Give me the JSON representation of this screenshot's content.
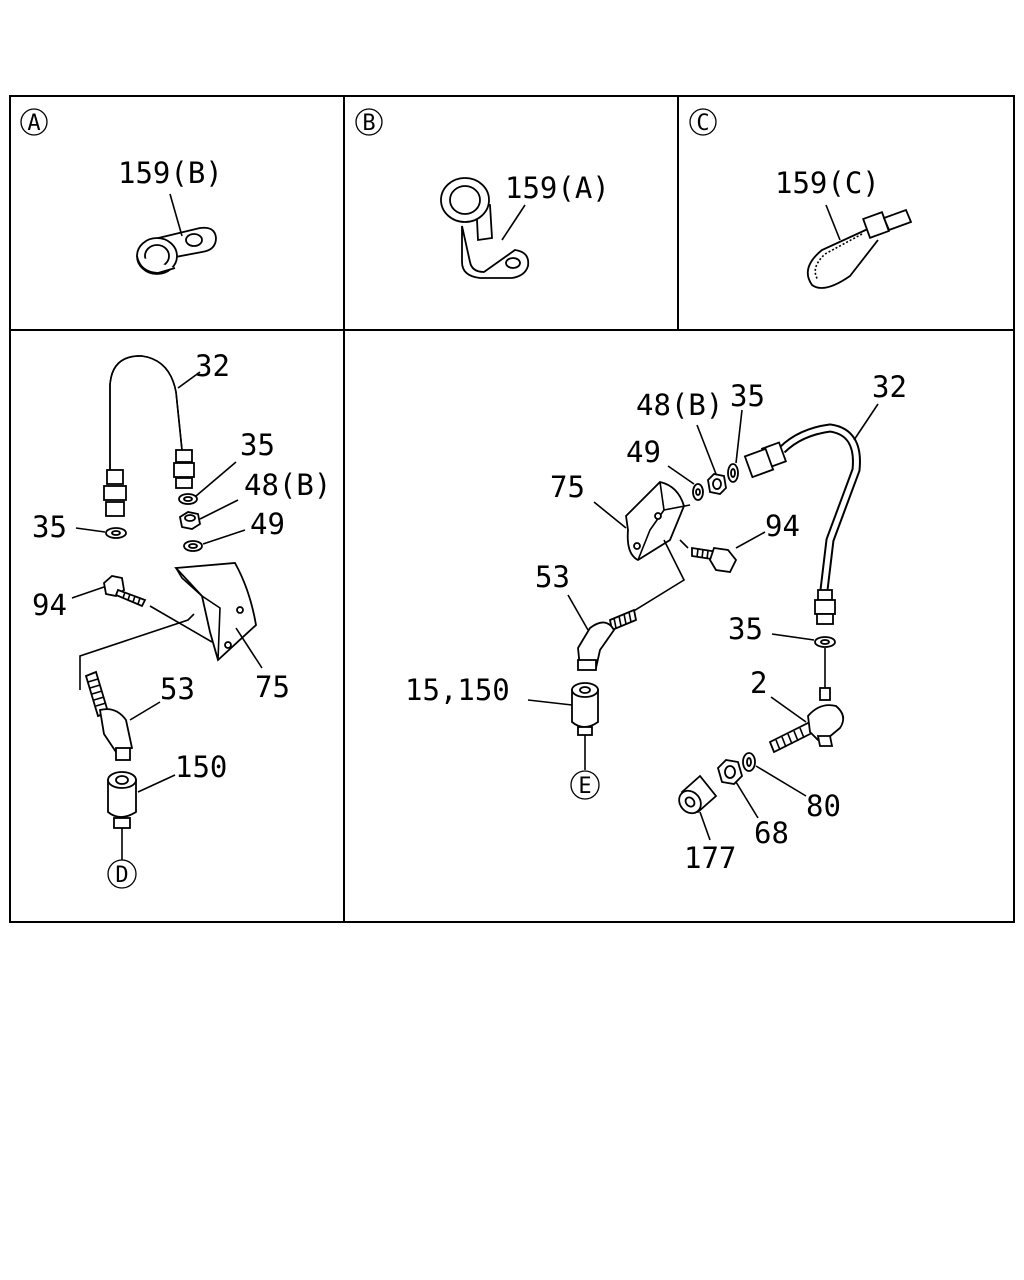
{
  "panels": {
    "A": {
      "marker": "A",
      "label": "159(B)"
    },
    "B": {
      "marker": "B",
      "label": "159(A)"
    },
    "C": {
      "marker": "C",
      "label": "159(C)"
    }
  },
  "left_panel": {
    "labels": {
      "hose": "32",
      "washer_top": "35",
      "nut": "48(B)",
      "lockwasher": "49",
      "washer_left": "35",
      "bolt": "94",
      "bracket": "75",
      "elbow": "53",
      "sleeve": "150"
    },
    "connector_marker": "D"
  },
  "right_panel": {
    "labels": {
      "hose": "32",
      "nut": "48(B)",
      "washer_top": "35",
      "lockwasher": "49",
      "bracket": "75",
      "bolt": "94",
      "elbow": "53",
      "sleeve": "15,150",
      "washer_mid": "35",
      "tee": "2",
      "washer_80": "80",
      "nut_68": "68",
      "sleeve_177": "177"
    },
    "connector_marker": "E"
  }
}
